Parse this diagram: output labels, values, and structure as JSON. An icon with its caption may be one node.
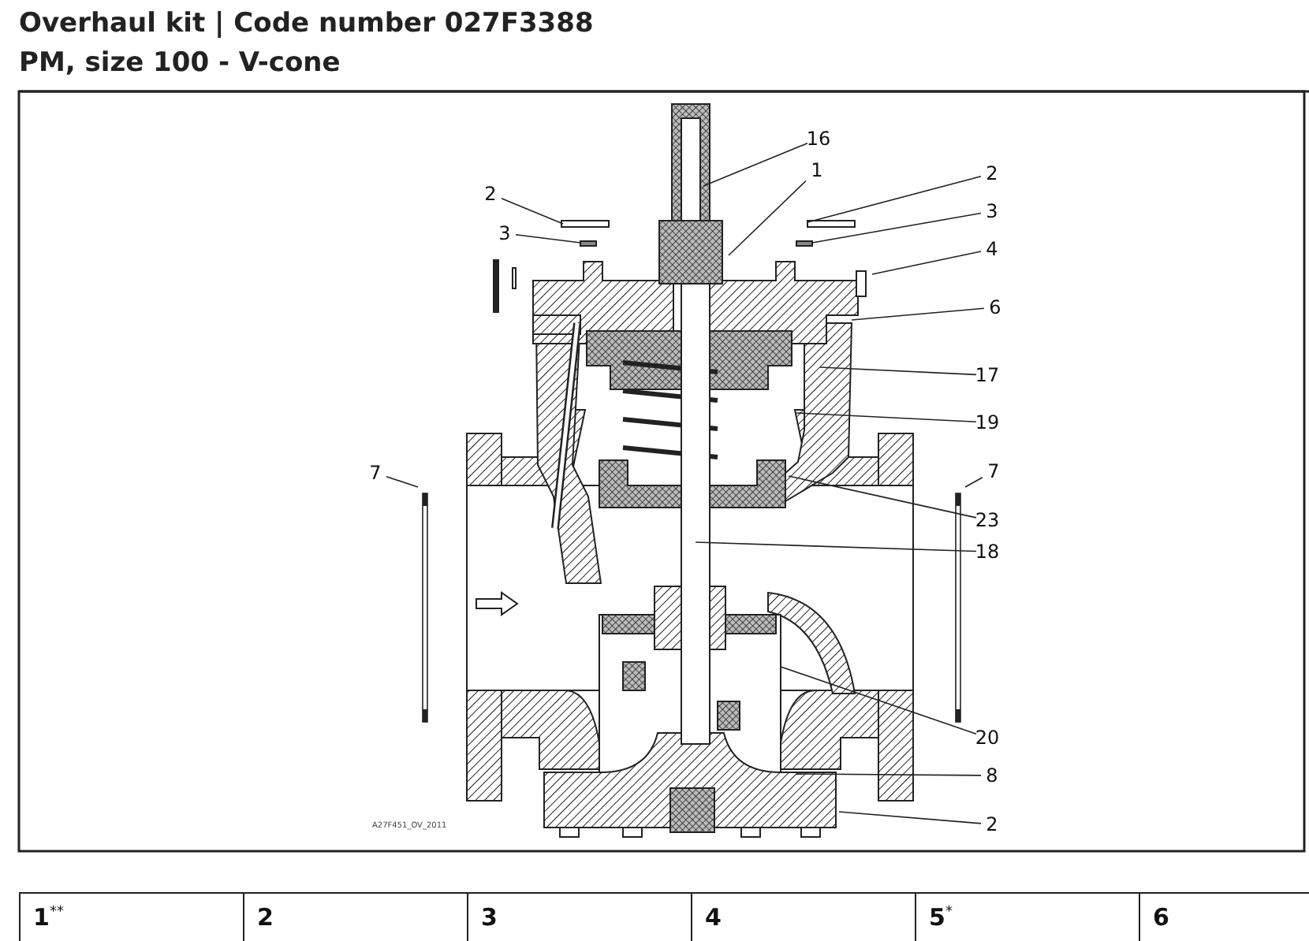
{
  "diagram": {
    "title": "Overhaul kit | Code number 027F3388",
    "nodes": [
      {
        "text": [
          "16"
        ]
      },
      {
        "text": [
          "1"
        ]
      },
      {
        "text": [
          "2"
        ]
      },
      {
        "text": [
          "3"
        ]
      },
      {
        "text": [
          "4"
        ]
      },
      {
        "text": [
          "6"
        ]
      },
      {
        "text": [
          "17"
        ]
      },
      {
        "text": [
          "19"
        ]
      },
      {
        "text": [
          "7"
        ]
      },
      {
        "text": [
          "23"
        ]
      },
      {
        "text": [
          "18"
        ]
      },
      {
        "text": [
          "20"
        ]
      },
      {
        "text": [
          "8"
        ]
      },
      {
        "text": [
          "2"
        ]
      },
      {
        "text": [
          "2"
        ]
      },
      {
        "text": [
          "3"
        ]
      },
      {
        "text": [
          "7"
        ]
      }
    ],
    "edges": [
      {
        "from": 0,
        "to": null,
        "arrow": "none"
      },
      {
        "from": 1,
        "to": null,
        "arrow": "none"
      },
      {
        "from": 2,
        "to": null,
        "arrow": "none"
      },
      {
        "from": 3,
        "to": null,
        "arrow": "none"
      },
      {
        "from": 4,
        "to": null,
        "arrow": "none"
      },
      {
        "from": 5,
        "to": null,
        "arrow": "none"
      },
      {
        "from": 6,
        "to": null,
        "arrow": "none"
      },
      {
        "from": 7,
        "to": null,
        "arrow": "none"
      },
      {
        "from": 8,
        "to": null,
        "arrow": "none"
      },
      {
        "from": 9,
        "to": null,
        "arrow": "none"
      },
      {
        "from": 10,
        "to": null,
        "arrow": "none"
      },
      {
        "from": 11,
        "to": null,
        "arrow": "none"
      },
      {
        "from": 12,
        "to": null,
        "arrow": "none"
      },
      {
        "from": 13,
        "to": null,
        "arrow": "none"
      },
      {
        "from": 14,
        "to": null,
        "arrow": "none"
      },
      {
        "from": 15,
        "to": null,
        "arrow": "none"
      },
      {
        "from": 16,
        "to": null,
        "arrow": "none"
      }
    ],
    "labels": [
      "PM, size 100 - V-cone",
      "A27F451_OV_2011",
      "1$^{**}$",
      "2",
      "3",
      "4",
      "5$^{*}$",
      "6"
    ]
  }
}
